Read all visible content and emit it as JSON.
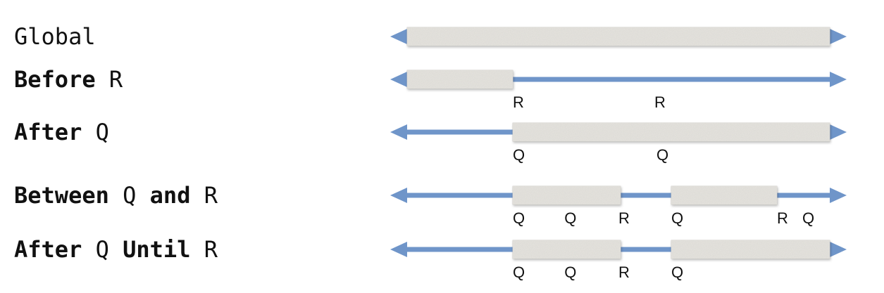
{
  "colors": {
    "arrow": "#6f95c9",
    "segment_fill": "#e6e4df",
    "segment_shadow": "#c9c6c0"
  },
  "rows": [
    {
      "label_parts": [
        {
          "text": "Global",
          "bold": false
        }
      ],
      "segments": [
        [
          0,
          1
        ]
      ],
      "markers": []
    },
    {
      "label_parts": [
        {
          "text": "Before",
          "bold": true
        },
        {
          "text": " R",
          "bold": false
        }
      ],
      "segments": [
        [
          0,
          0.25
        ]
      ],
      "markers": [
        {
          "text": "R",
          "pos": 0.25
        },
        {
          "text": "R",
          "pos": 0.585
        }
      ]
    },
    {
      "label_parts": [
        {
          "text": "After",
          "bold": true
        },
        {
          "text": " Q",
          "bold": false
        }
      ],
      "segments": [
        [
          0.25,
          1
        ]
      ],
      "markers": [
        {
          "text": "Q",
          "pos": 0.25
        },
        {
          "text": "Q",
          "pos": 0.59
        }
      ]
    },
    {
      "label_parts": [
        {
          "text": "Between",
          "bold": true
        },
        {
          "text": " Q ",
          "bold": false
        },
        {
          "text": "and",
          "bold": true
        },
        {
          "text": " R",
          "bold": false
        }
      ],
      "segments": [
        [
          0.25,
          0.505
        ],
        [
          0.625,
          0.875
        ]
      ],
      "markers": [
        {
          "text": "Q",
          "pos": 0.25
        },
        {
          "text": "Q",
          "pos": 0.372
        },
        {
          "text": "R",
          "pos": 0.5
        },
        {
          "text": "Q",
          "pos": 0.625
        },
        {
          "text": "R",
          "pos": 0.875
        },
        {
          "text": "Q",
          "pos": 0.935
        }
      ]
    },
    {
      "label_parts": [
        {
          "text": "After",
          "bold": true
        },
        {
          "text": " Q ",
          "bold": false
        },
        {
          "text": "Until",
          "bold": true
        },
        {
          "text": " R",
          "bold": false
        }
      ],
      "segments": [
        [
          0.25,
          0.505
        ],
        [
          0.625,
          1
        ]
      ],
      "markers": [
        {
          "text": "Q",
          "pos": 0.25
        },
        {
          "text": "Q",
          "pos": 0.372
        },
        {
          "text": "R",
          "pos": 0.5
        },
        {
          "text": "Q",
          "pos": 0.625
        }
      ]
    }
  ]
}
